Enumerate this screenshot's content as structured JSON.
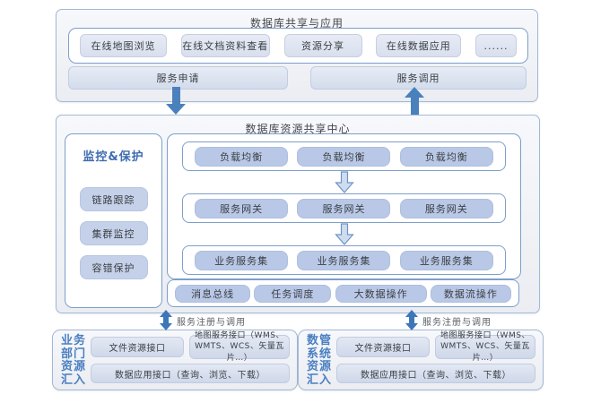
{
  "top_panel": {
    "title": "数据库共享与应用",
    "apps": [
      "在线地图浏览",
      "在线文档资料查看",
      "资源分享",
      "在线数据应用",
      "......"
    ],
    "service_request": "服务申请",
    "service_invoke": "服务调用"
  },
  "center_panel": {
    "title": "数据库资源共享中心",
    "monitor": {
      "title": "监控&保护",
      "items": [
        "链路跟踪",
        "集群监控",
        "容错保护"
      ]
    },
    "tiers": [
      [
        "负载均衡",
        "负载均衡",
        "负载均衡"
      ],
      [
        "服务网关",
        "服务网关",
        "服务网关"
      ],
      [
        "业务服务集",
        "业务服务集",
        "业务服务集"
      ]
    ],
    "bus_items": [
      "消息总线",
      "任务调度",
      "大数据操作",
      "数据流操作"
    ]
  },
  "connectors": {
    "register_invoke_label_left": "服务注册与调用",
    "register_invoke_label_right": "服务注册与调用"
  },
  "bottom_panels": [
    {
      "label_lines": [
        "业务",
        "部门",
        "资源",
        "汇入"
      ],
      "file_interface": "文件资源接口",
      "map_interface": "地图服务接口（WMS、WMTS、WCS、矢量瓦片…）",
      "data_interface": "数据应用接口（查询、浏览、下载）"
    },
    {
      "label_lines": [
        "数管",
        "系统",
        "资源",
        "汇入"
      ],
      "file_interface": "文件资源接口",
      "map_interface": "地图服务接口（WMS、WMTS、WCS、矢量瓦片…）",
      "data_interface": "数据应用接口（查询、浏览、下载）"
    }
  ],
  "colors": {
    "accent_blue": "#4a81bd",
    "panel_border": "#a3b8d6",
    "node_fill": "#b9c8e6",
    "label_blue": "#4a7fc1"
  }
}
